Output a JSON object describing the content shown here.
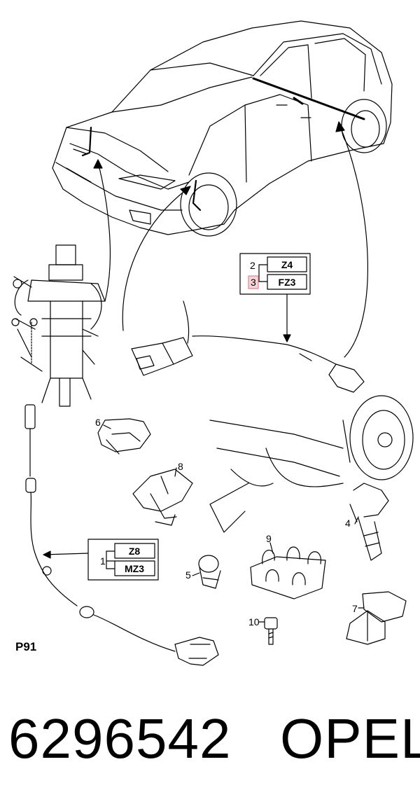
{
  "diagram": {
    "code": "P91",
    "callouts": {
      "c1": "1",
      "c2": "2",
      "c3": "3",
      "c4": "4",
      "c5": "5",
      "c6": "6",
      "c7": "7",
      "c8": "8",
      "c9": "9",
      "c10": "10"
    },
    "box_upper": {
      "row1": "Z4",
      "row2": "FZ3"
    },
    "box_lower": {
      "row1": "Z8",
      "row2": "MZ3"
    }
  },
  "footer": {
    "part_number": "6296542",
    "brand": "OPEL"
  },
  "colors": {
    "line": "#000000",
    "highlight_fill": "#f6d5d8",
    "highlight_stroke": "#d98a93"
  }
}
